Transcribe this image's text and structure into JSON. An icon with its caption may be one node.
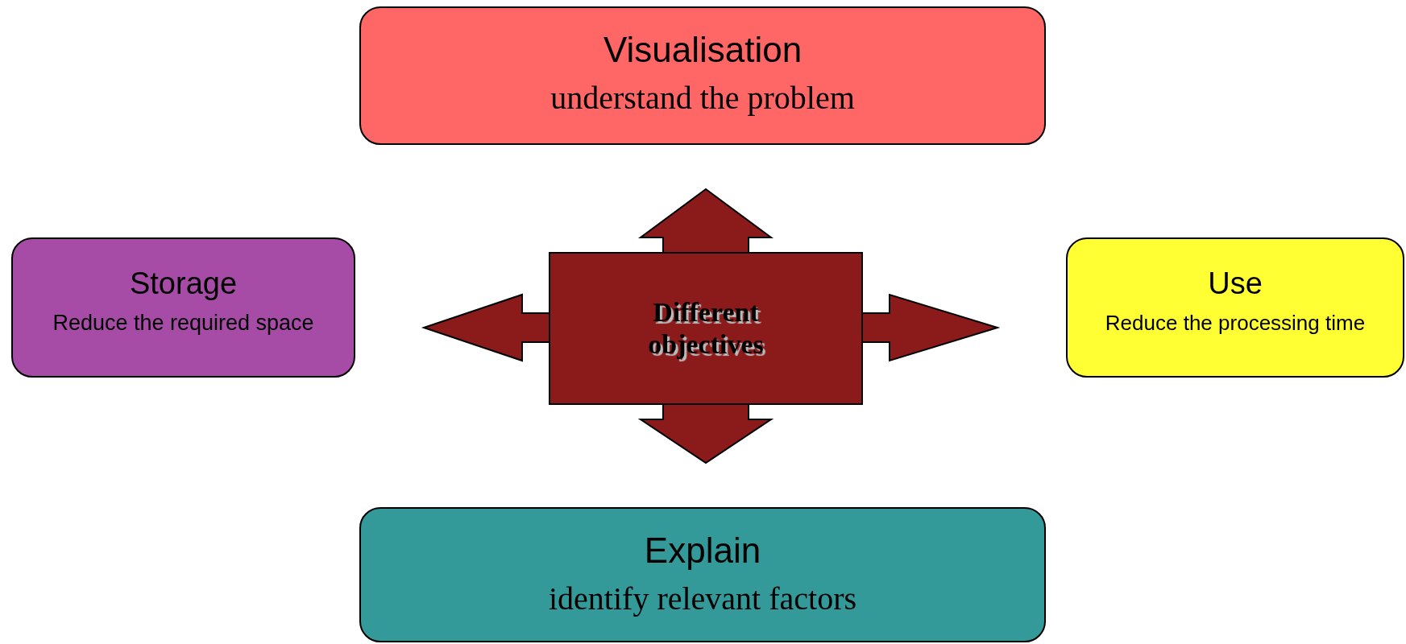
{
  "diagram": {
    "nodes": [
      {
        "text": [
          "Visualisation",
          "understand the problem"
        ]
      },
      {
        "text": [
          "Storage",
          "Reduce the required space"
        ]
      },
      {
        "text": [
          "Different objectives"
        ]
      },
      {
        "text": [
          "Use",
          "Reduce the processing time"
        ]
      },
      {
        "text": [
          "Explain",
          "identify relevant factors"
        ]
      }
    ],
    "edges": [
      {
        "from": 2,
        "to": 0,
        "arrow": "to"
      },
      {
        "from": 2,
        "to": 1,
        "arrow": "to"
      },
      {
        "from": 2,
        "to": 3,
        "arrow": "to"
      },
      {
        "from": 2,
        "to": 4,
        "arrow": "to"
      }
    ]
  }
}
